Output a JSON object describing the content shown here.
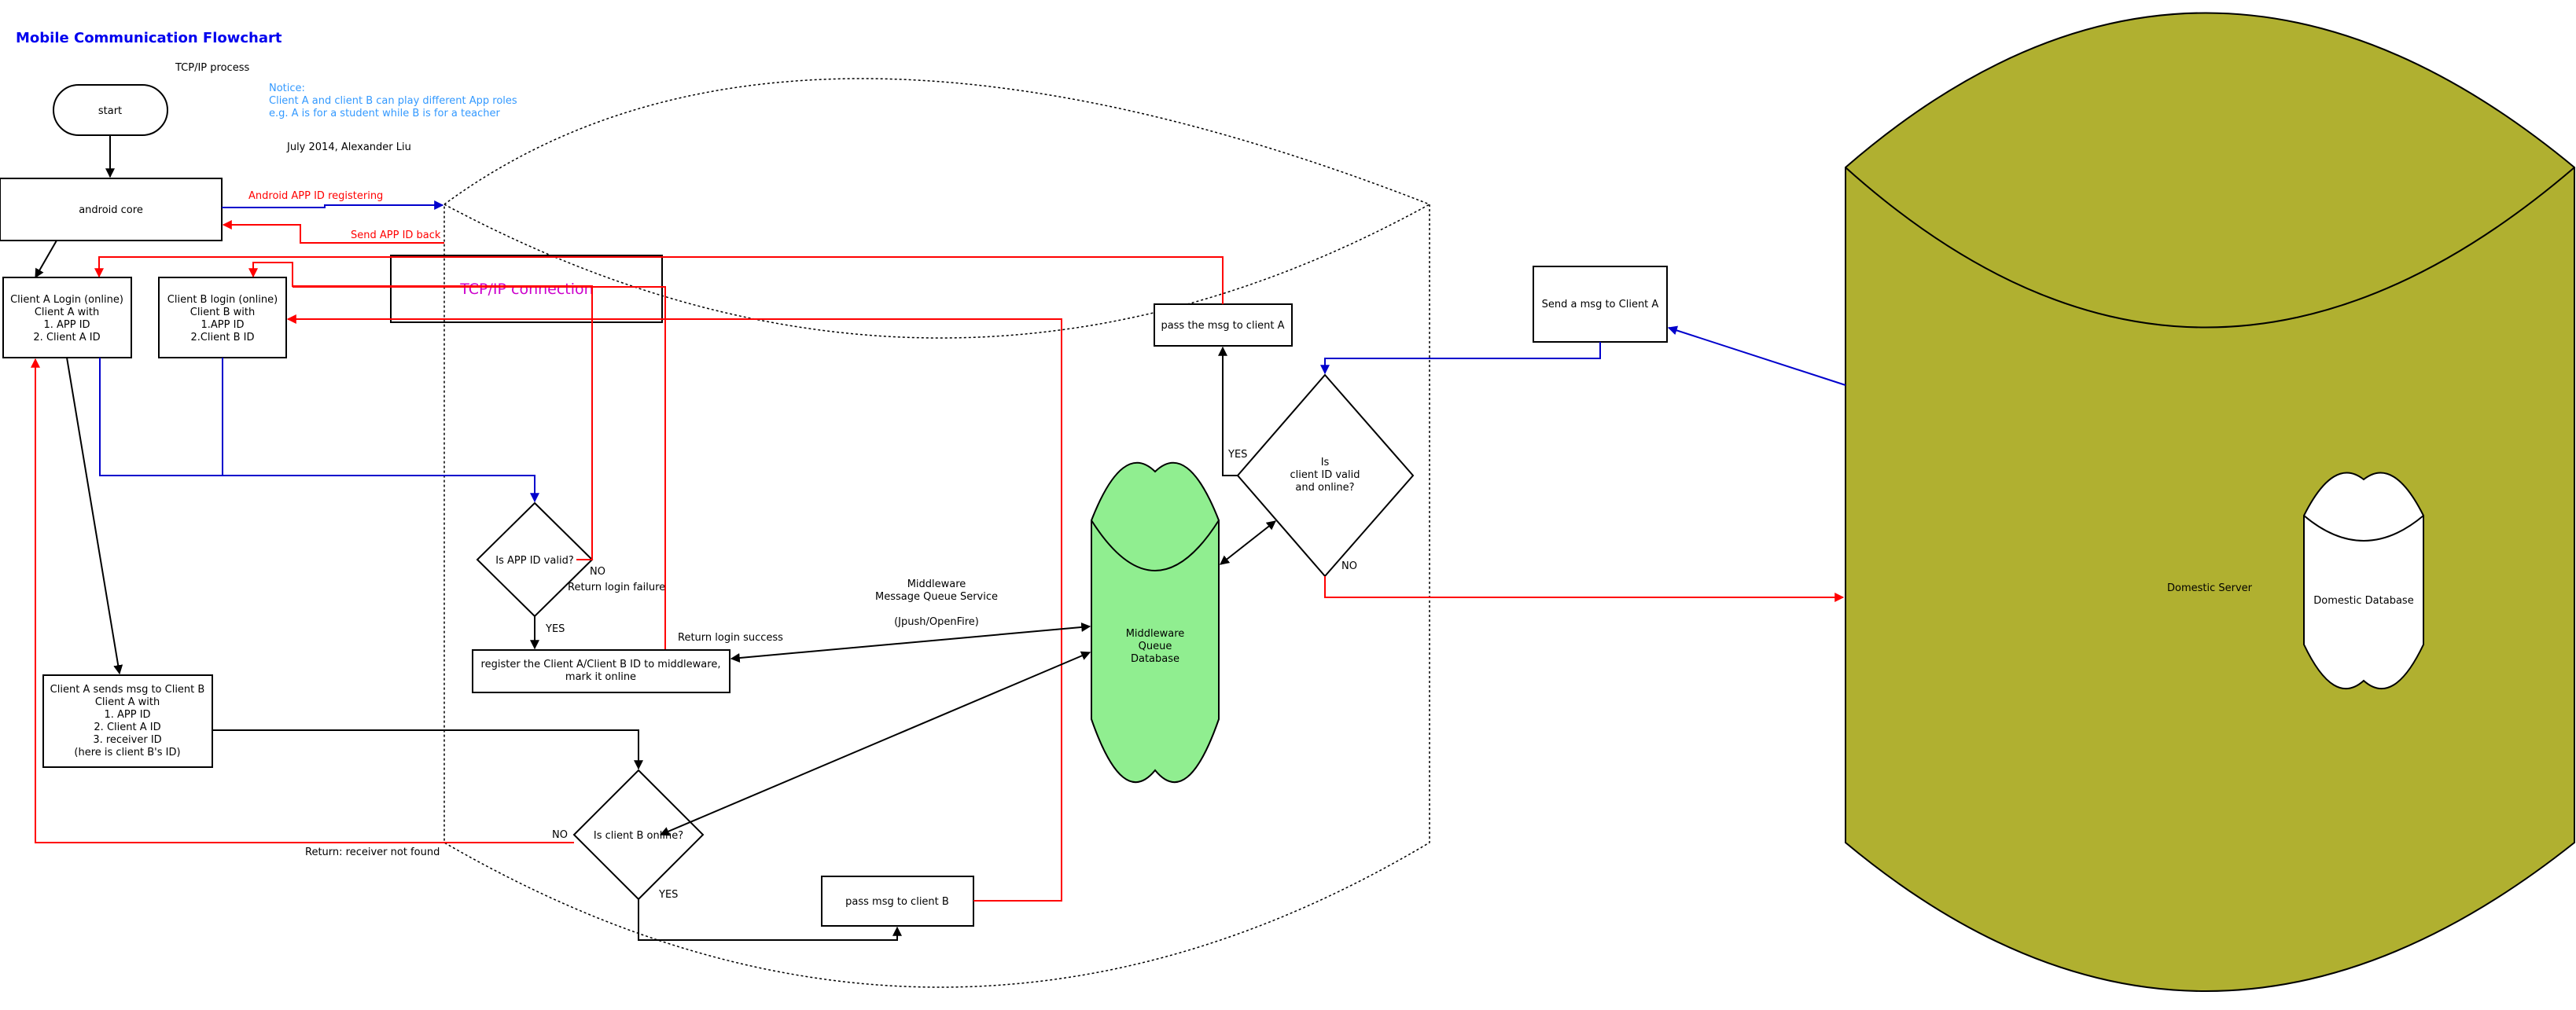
{
  "title": "Mobile Communication Flowchart",
  "subtitle": "TCP/IP process",
  "notice": {
    "lines": [
      "Notice:",
      "Client A and client B can play different App roles",
      "e.g. A is for a student while B is for a teacher"
    ]
  },
  "author": "July 2014, Alexander Liu",
  "nodes": {
    "start": "start",
    "android_core": "android core",
    "client_a_login": [
      "Client A Login (online)",
      "Client A with",
      "1. APP ID",
      "2. Client A ID"
    ],
    "client_b_login": [
      "Client B login (online)",
      "Client B with",
      "1.APP ID",
      "2.Client B ID"
    ],
    "tcp_connection": "TCP/IP connection",
    "app_id_valid": "Is APP ID valid?",
    "register": [
      "register the Client A/Client B ID to middleware,",
      "mark it online"
    ],
    "client_a_sends": [
      "Client A sends msg to Client B",
      "Client A with",
      "1. APP ID",
      "2. Client A ID",
      "3. receiver ID",
      "(here is client B's ID)"
    ],
    "client_b_online": "Is client B online?",
    "pass_msg_b": "pass msg to client B",
    "middleware_label": [
      "Middleware",
      "Message Queue Service"
    ],
    "middleware_service": "(Jpush/OpenFire)",
    "middleware_db": [
      "Middleware",
      "Queue",
      "Database"
    ],
    "client_id_valid": [
      "Is",
      "client ID valid",
      "and online?"
    ],
    "pass_msg_a": "pass the msg to client A",
    "send_msg_a": "Send a msg to Client A",
    "domestic_server": "Domestic Server",
    "domestic_db": "Domestic Database"
  },
  "edge_labels": {
    "registering": "Android APP ID registering",
    "send_back": "Send APP ID back",
    "no_app": "NO",
    "login_failure": "Return login failure",
    "yes_app": "YES",
    "login_success": "Return login success",
    "no_client_b": "NO",
    "not_found": "Return: receiver not found",
    "yes_client_b": "YES",
    "yes_client_id": "YES",
    "no_client_id": "NO"
  },
  "colors": {
    "red": "#ff0000",
    "blue": "#0000cc",
    "black": "#000000",
    "title_blue": "#0000ee",
    "notice_blue": "#3399ff",
    "tcp_magenta": "#cc00cc",
    "middleware_green": "#90ee90",
    "server_olive": "#b0b030"
  }
}
